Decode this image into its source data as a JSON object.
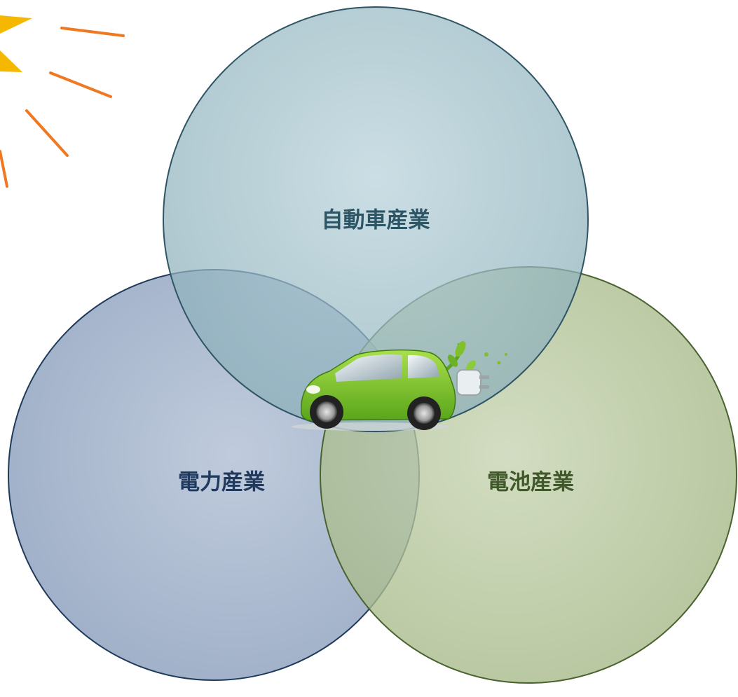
{
  "diagram": {
    "circles": [
      {
        "id": "automotive",
        "label": "自動車産業",
        "fill": "#7fa8b4",
        "stroke": "#2f5565",
        "text_color": "#2c5566"
      },
      {
        "id": "power",
        "label": "電力産業",
        "fill": "#6f86a8",
        "stroke": "#203a5c",
        "text_color": "#1f3a5e"
      },
      {
        "id": "battery",
        "label": "電池産業",
        "fill": "#8ba46c",
        "stroke": "#4a6230",
        "text_color": "#40592a"
      }
    ],
    "center_image": "electric-car-with-plug",
    "decoration": "sun-rays"
  }
}
